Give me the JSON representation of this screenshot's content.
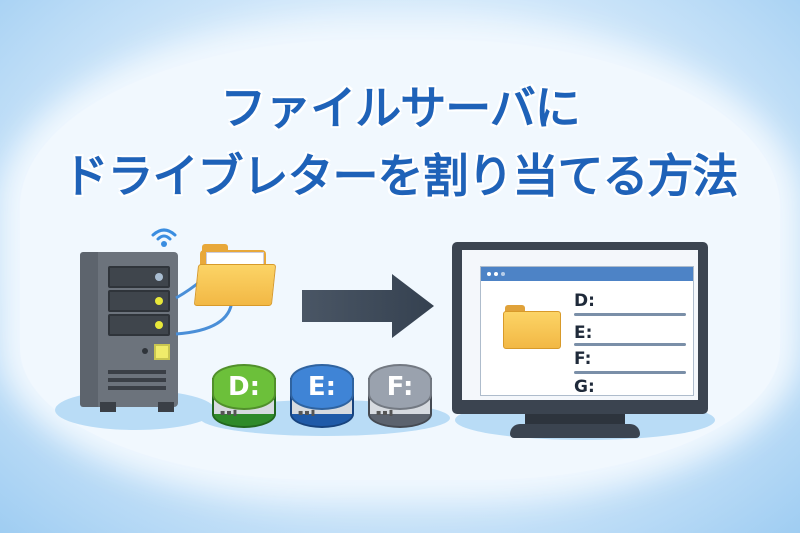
{
  "title": {
    "line1": "ファイルサーバに",
    "line2": "ドライブレターを割り当てる方法",
    "color": "#1f62b8"
  },
  "illustration": {
    "server": {
      "icon": "server-tower-icon",
      "led_colors": [
        "#a9bdd1",
        "#e8e83a",
        "#e8e83a"
      ]
    },
    "wifi_icon": "wifi-icon",
    "shared_folder_icon": "open-folder-icon",
    "arrow_icon": "right-arrow-icon",
    "drives": [
      {
        "label": "D:",
        "color": "#6cc03a",
        "band": "#2f8a2a"
      },
      {
        "label": "E:",
        "color": "#3f84d6",
        "band": "#1f5aa8"
      },
      {
        "label": "F:",
        "color": "#9aa2ae",
        "band": "#5c636e"
      }
    ],
    "monitor": {
      "folder_icon": "folder-icon",
      "drive_list": [
        "D:",
        "E:",
        "F:",
        "G:"
      ]
    }
  }
}
